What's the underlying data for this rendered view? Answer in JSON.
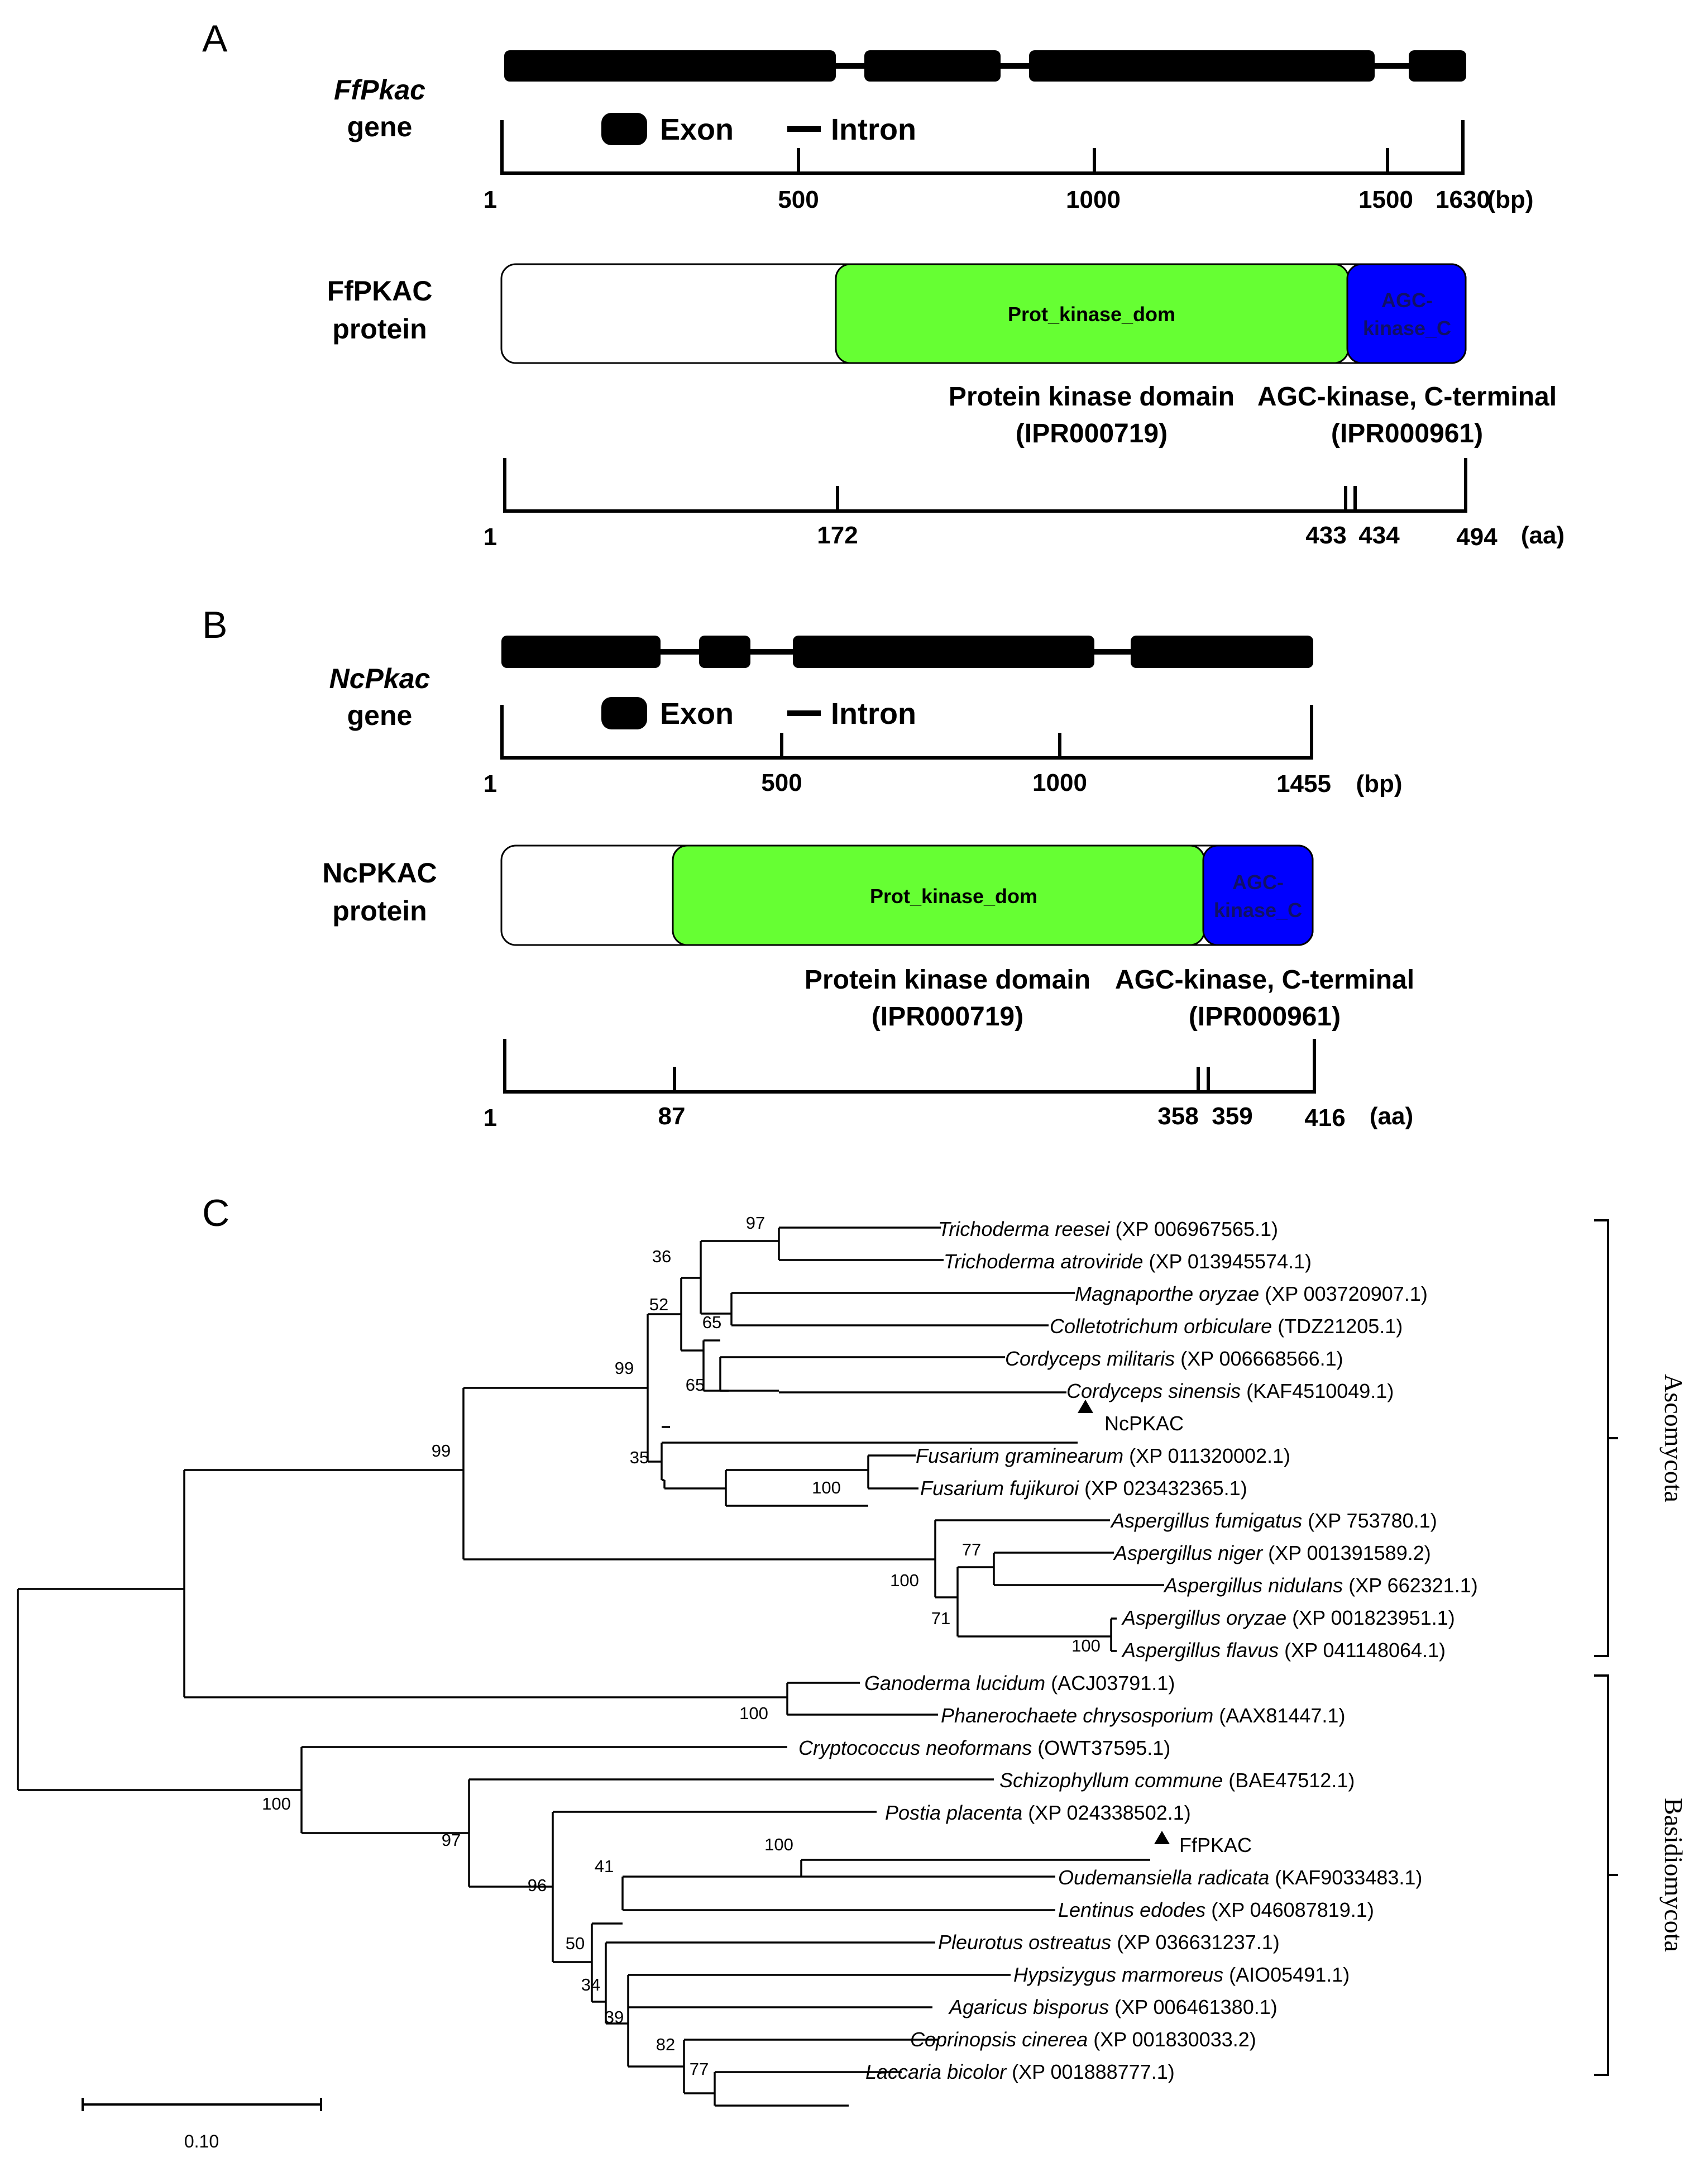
{
  "panel_a": {
    "letter": "A",
    "gene_name": "FfPkac",
    "gene_word": "gene",
    "legend_exon": "Exon",
    "legend_intron": "Intron",
    "gene_ticks": [
      "1",
      "500",
      "1000",
      "1500",
      "1630"
    ],
    "gene_unit": "(bp)",
    "protein_name": "FfPKAC",
    "protein_word": "protein",
    "domain1_label": "Prot_kinase_dom",
    "domain2_label_line1": "AGC-",
    "domain2_label_line2": "kinase_C",
    "domain1_title": "Protein kinase domain",
    "domain1_id": "(IPR000719)",
    "domain2_title": "AGC-kinase, C-terminal",
    "domain2_id": "(IPR000961)",
    "protein_ticks": [
      "1",
      "172",
      "433",
      "434",
      "494"
    ],
    "protein_unit": "(aa)"
  },
  "panel_b": {
    "letter": "B",
    "gene_name": "NcPkac",
    "gene_word": "gene",
    "legend_exon": "Exon",
    "legend_intron": "Intron",
    "gene_ticks": [
      "1",
      "500",
      "1000",
      "1455"
    ],
    "gene_unit": "(bp)",
    "protein_name": "NcPKAC",
    "protein_word": "protein",
    "domain1_label": "Prot_kinase_dom",
    "domain2_label_line1": "AGC-",
    "domain2_label_line2": "kinase_C",
    "domain1_title": "Protein kinase domain",
    "domain1_id": "(IPR000719)",
    "domain2_title": "AGC-kinase, C-terminal",
    "domain2_id": "(IPR000961)",
    "protein_ticks": [
      "1",
      "87",
      "358",
      "359",
      "416"
    ],
    "protein_unit": "(aa)"
  },
  "panel_c": {
    "letter": "C",
    "taxa": [
      {
        "species": "Trichoderma reesei",
        "acc": "(XP 006967565.1)"
      },
      {
        "species": "Trichoderma atroviride",
        "acc": "(XP 013945574.1)"
      },
      {
        "species": "Magnaporthe oryzae",
        "acc": "(XP 003720907.1)"
      },
      {
        "species": "Colletotrichum orbiculare",
        "acc": "(TDZ21205.1)"
      },
      {
        "species": "Cordyceps militaris",
        "acc": "(XP 006668566.1)"
      },
      {
        "species": "Cordyceps sinensis",
        "acc": "(KAF4510049.1)"
      },
      {
        "species": "",
        "acc": "NcPKAC"
      },
      {
        "species": "Fusarium graminearum",
        "acc": "(XP 011320002.1)"
      },
      {
        "species": "Fusarium fujikuroi",
        "acc": "(XP 023432365.1)"
      },
      {
        "species": "Aspergillus fumigatus",
        "acc": "(XP 753780.1)"
      },
      {
        "species": "Aspergillus niger",
        "acc": "(XP 001391589.2)"
      },
      {
        "species": "Aspergillus nidulans",
        "acc": "(XP 662321.1)"
      },
      {
        "species": "Aspergillus oryzae",
        "acc": "(XP 001823951.1)"
      },
      {
        "species": "Aspergillus flavus",
        "acc": "(XP 041148064.1)"
      },
      {
        "species": "Ganoderma lucidum",
        "acc": "(ACJ03791.1)"
      },
      {
        "species": "Phanerochaete chrysosporium",
        "acc": "(AAX81447.1)"
      },
      {
        "species": "Cryptococcus neoformans",
        "acc": "(OWT37595.1)"
      },
      {
        "species": "Schizophyllum commune",
        "acc": "(BAE47512.1)"
      },
      {
        "species": "Postia placenta",
        "acc": "(XP 024338502.1)"
      },
      {
        "species": "",
        "acc": "FfPKAC"
      },
      {
        "species": "Oudemansiella radicata",
        "acc": "(KAF9033483.1)"
      },
      {
        "species": "Lentinus edodes",
        "acc": "(XP 046087819.1)"
      },
      {
        "species": "Pleurotus ostreatus",
        "acc": "(XP 036631237.1)"
      },
      {
        "species": "Hypsizygus marmoreus",
        "acc": "(AIO05491.1)"
      },
      {
        "species": "Agaricus bisporus",
        "acc": "(XP 006461380.1)"
      },
      {
        "species": "Coprinopsis cinerea",
        "acc": "(XP 001830033.2)"
      },
      {
        "species": "Laccaria bicolor",
        "acc": "(XP 001888777.1)"
      }
    ],
    "bootstrap": [
      "97",
      "36",
      "52",
      "65",
      "99",
      "65",
      "35",
      "99",
      "100",
      "77",
      "100",
      "71",
      "100",
      "100",
      "100",
      "97",
      "96",
      "100",
      "41",
      "50",
      "34",
      "39",
      "82",
      "77"
    ],
    "clade1": "Ascomycota",
    "clade2": "Basidiomycota",
    "scale_label": "0.10"
  }
}
